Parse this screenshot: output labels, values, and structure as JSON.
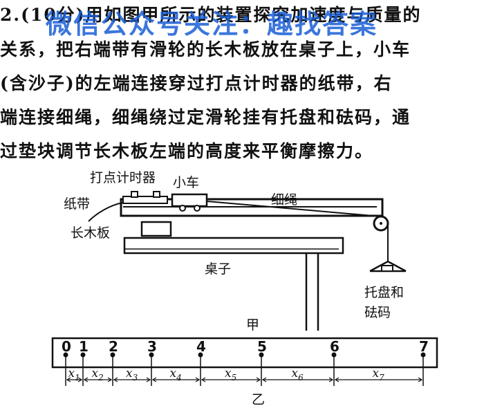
{
  "question": {
    "lines": [
      "2.(10分)用如图甲所示的装置探究加速度与质量的",
      "关系，把右端带有滑轮的长木板放在桌子上，小车",
      "(含沙子)的左端连接穿过打点计时器的纸带，右",
      "端连接细绳，细绳绕过定滑轮挂有托盘和砝码，通",
      "过垫块调节长木板左端的高度来平衡摩擦力。"
    ]
  },
  "watermark": "微信公众号关注：趣找答案",
  "figure_a": {
    "labels": {
      "timer": "打点计时器",
      "cart": "小车",
      "rope": "细绳",
      "tape": "纸带",
      "board": "长木板",
      "table": "桌子",
      "tray_line1": "托盘和",
      "tray_line2": "砝码"
    },
    "caption": "甲"
  },
  "figure_b": {
    "points": [
      "0",
      "1",
      "2",
      "3",
      "4",
      "5",
      "6",
      "7"
    ],
    "segments": [
      "x1",
      "x2",
      "x3",
      "x4",
      "x5",
      "x6",
      "x7"
    ],
    "caption": "乙"
  }
}
